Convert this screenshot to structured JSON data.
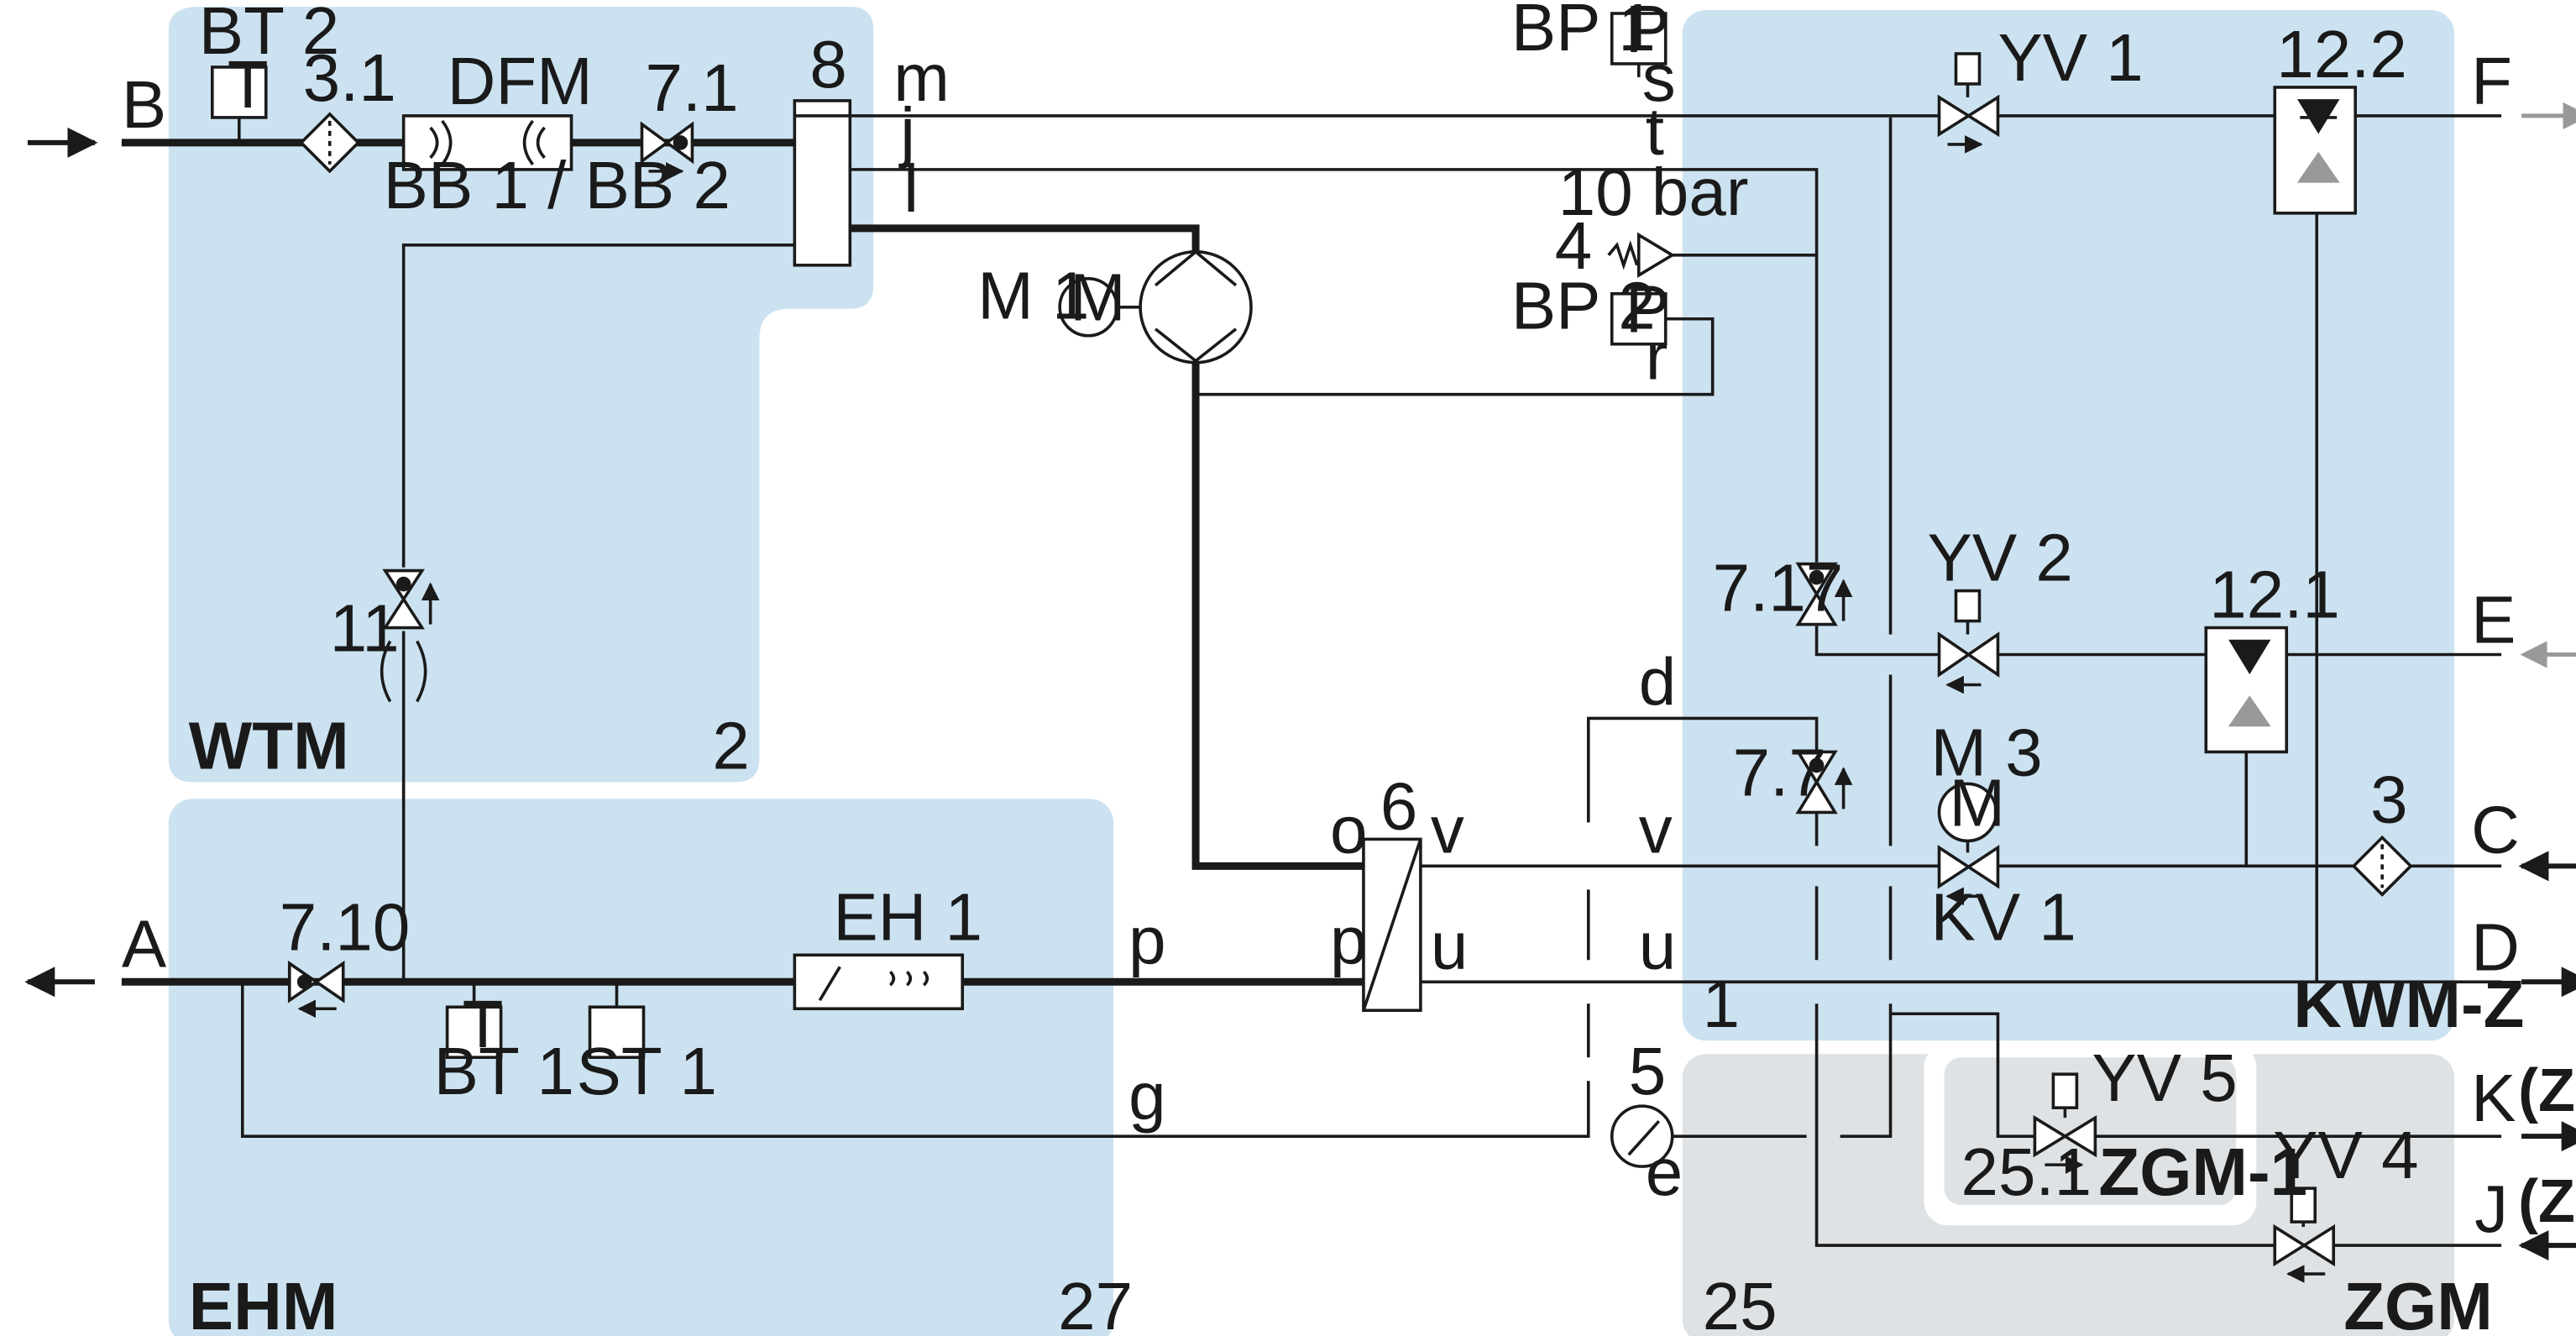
{
  "colors": {
    "zone_blue": "#cce2f0",
    "zone_grey": "#dfe2e4",
    "line": "#1a1a1a",
    "arrow_grey": "#999999"
  },
  "zones": {
    "wtm": {
      "name": "WTM",
      "number": "2"
    },
    "ehm": {
      "name": "EHM",
      "number": "27"
    },
    "kwmz": {
      "name": "KWM-Z",
      "number": "1"
    },
    "zgm": {
      "name": "ZGM",
      "number": "25"
    },
    "zgm1": {
      "name": "ZGM-1",
      "number": "25.1"
    }
  },
  "ports": {
    "A": "A",
    "B": "B",
    "C": "C",
    "D": "D",
    "E": "E",
    "F": "F",
    "J": "J",
    "K": "K",
    "zg": "(ZG)"
  },
  "lines": {
    "m": "m",
    "j": "j",
    "l": "l",
    "s": "s",
    "t": "t",
    "r": "r",
    "d": "d",
    "v": "v",
    "u": "u",
    "o": "o",
    "p": "p",
    "g": "g",
    "e": "e"
  },
  "components": {
    "bt2": "BT 2",
    "t_symbol": "T",
    "filter_31": "3.1",
    "dfm": "DFM",
    "bb": "BB 1 / BB 2",
    "valve_71": "7.1",
    "hx_8": "8",
    "bp1": "BP 1",
    "p_symbol": "P",
    "yv1": "YV 1",
    "sep_122": "12.2",
    "relief_bar": "10 bar",
    "relief_4": "4",
    "bp2": "BP 2",
    "m1": "M 1",
    "m_symbol": "M",
    "valve_717": "7.17",
    "yv2": "YV 2",
    "sep_121": "12.1",
    "valve_77": "7.7",
    "m3": "M 3",
    "kv1": "KV 1",
    "filter_3": "3",
    "hx_6": "6",
    "valve_11": "11",
    "valve_710": "7.10",
    "eh1": "EH 1",
    "bt1": "BT 1",
    "st1": "ST 1",
    "gauge_5": "5",
    "yv5": "YV 5",
    "yv4": "YV 4"
  }
}
